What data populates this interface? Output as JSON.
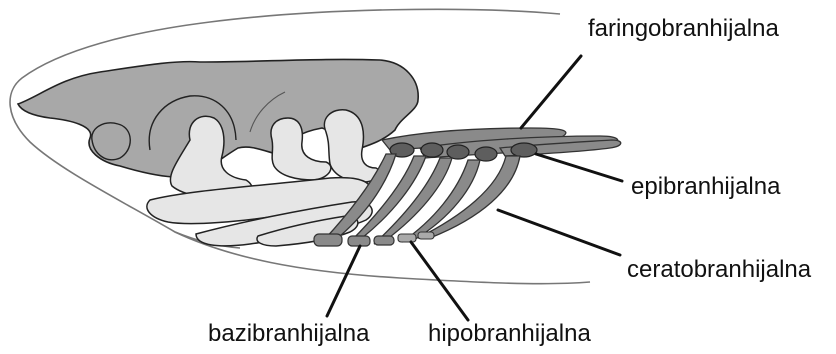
{
  "labels": {
    "faringobranhijalna": "faringobranhijalna",
    "epibranhijalna": "epibranhijalna",
    "ceratobranhijalna": "ceratobranhijalna",
    "bazibranhijalna": "bazibranhijalna",
    "hipobranhijalna": "hipobranhijalna"
  },
  "colors": {
    "skull_bone": "#a8a8a8",
    "cartilage": "#e6e6e6",
    "gill_arch": "#8a8a8a",
    "gill_arch_dark": "#5a5a5a",
    "outline": "#222222",
    "leader_line": "#111111"
  }
}
